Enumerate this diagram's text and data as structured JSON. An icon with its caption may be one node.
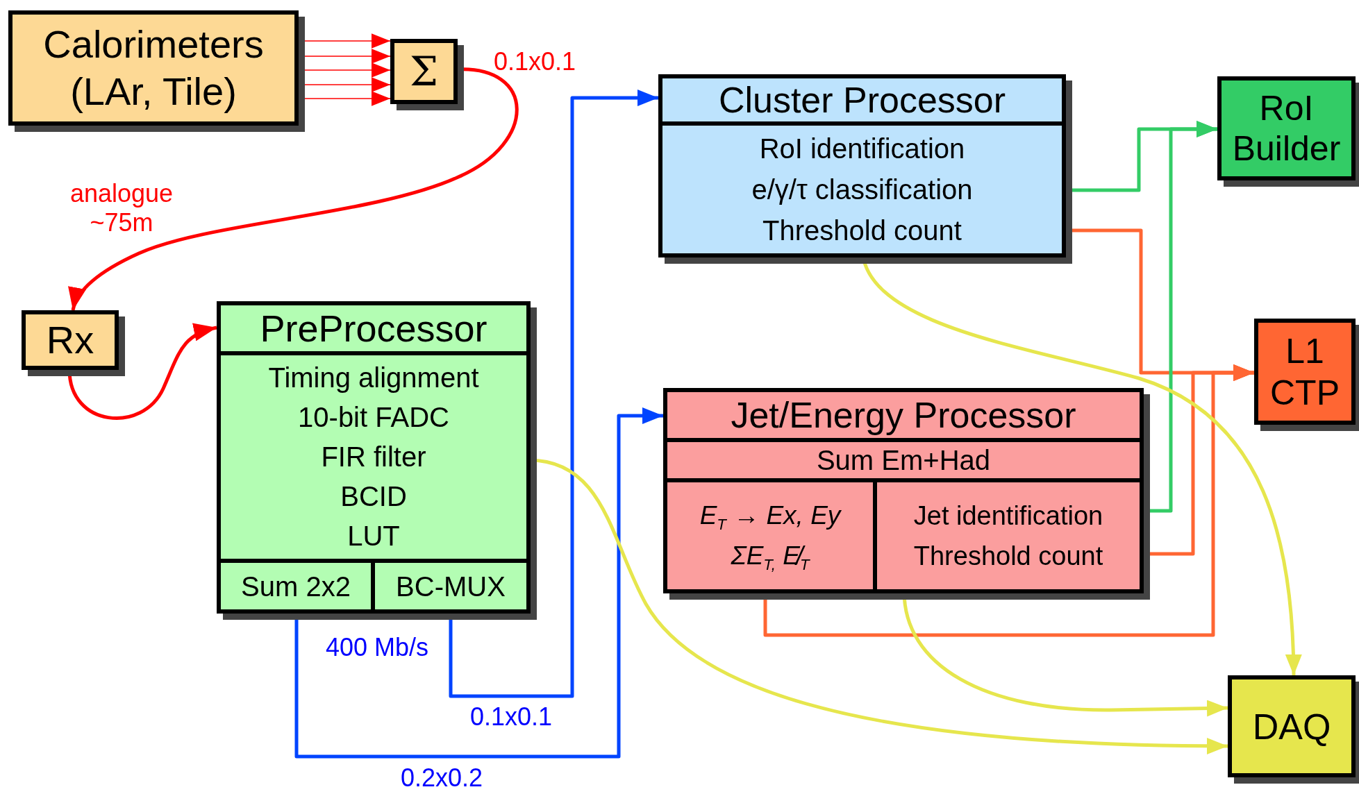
{
  "diagram": {
    "nodes": [
      {
        "text": [
          "Calorimeters (LAr, Tile)"
        ]
      },
      {
        "text": [
          "Σ"
        ]
      },
      {
        "text": [
          "Rx"
        ]
      },
      {
        "text": [
          "PreProcessor"
        ]
      },
      {
        "text": [
          "Timing alignment",
          "10-bit FADC",
          "FIR filter",
          "BCID",
          "LUT"
        ],
        "in": 3
      },
      {
        "text": [
          "Sum 2x2"
        ],
        "in": 3
      },
      {
        "text": [
          "BC-MUX"
        ],
        "in": 3
      },
      {
        "text": [
          "Cluster Processor"
        ]
      },
      {
        "text": [
          "RoI identification",
          "e/γ/τ classification",
          "Threshold count"
        ],
        "in": 7
      },
      {
        "text": [
          "RoI Builder"
        ]
      },
      {
        "text": [
          "L1 CTP"
        ]
      },
      {
        "text": [
          "Jet/Energy Processor"
        ]
      },
      {
        "text": [
          "Sum Em+Had"
        ],
        "in": 11
      },
      {
        "text": [
          "E$_{T}$ → Ex, Ey",
          "ΣE$_{T,}$ E̸$_{T}$"
        ],
        "in": 11
      },
      {
        "text": [
          "Jet identification",
          "Threshold count"
        ],
        "in": 11
      },
      {
        "text": [
          "DAQ"
        ]
      }
    ],
    "edges": [
      {
        "from": 0,
        "to": 1,
        "arrow": "to",
        "color": "#ff0000"
      },
      {
        "from": 0,
        "to": 1,
        "arrow": "to",
        "color": "#ff0000"
      },
      {
        "from": 0,
        "to": 1,
        "arrow": "to",
        "color": "#ff0000"
      },
      {
        "from": 0,
        "to": 1,
        "arrow": "to",
        "color": "#ff0000"
      },
      {
        "from": 0,
        "to": 1,
        "arrow": "to",
        "color": "#ff0000"
      },
      {
        "from": 1,
        "to": 2,
        "arrow": "to",
        "color": "#ff0000"
      },
      {
        "from": 2,
        "to": 3,
        "arrow": "to",
        "color": "#ff0000"
      },
      {
        "from": 6,
        "to": 7,
        "arrow": "to",
        "color": "#0044ff"
      },
      {
        "from": 5,
        "to": 11,
        "arrow": "to",
        "color": "#0044ff"
      },
      {
        "from": 8,
        "to": 9,
        "arrow": "to",
        "color": "#33cc66"
      },
      {
        "from": 8,
        "to": 10,
        "arrow": "to",
        "color": "#ff6633"
      },
      {
        "from": 14,
        "to": 9,
        "arrow": "to",
        "color": "#33cc66"
      },
      {
        "from": 14,
        "to": 10,
        "arrow": "to",
        "color": "#ff6633"
      },
      {
        "from": 13,
        "to": 10,
        "arrow": "to",
        "color": "#ff6633"
      },
      {
        "from": 8,
        "to": 15,
        "arrow": "to",
        "color": "#e6e64d"
      },
      {
        "from": 14,
        "to": 15,
        "arrow": "to",
        "color": "#e6e64d"
      },
      {
        "from": 4,
        "to": 15,
        "arrow": "to",
        "color": "#e6e64d"
      }
    ],
    "labels": [
      "0.1x0.1",
      "analogue ~75m",
      "400 Mb/s",
      "0.1x0.1",
      "0.2x0.2"
    ]
  }
}
